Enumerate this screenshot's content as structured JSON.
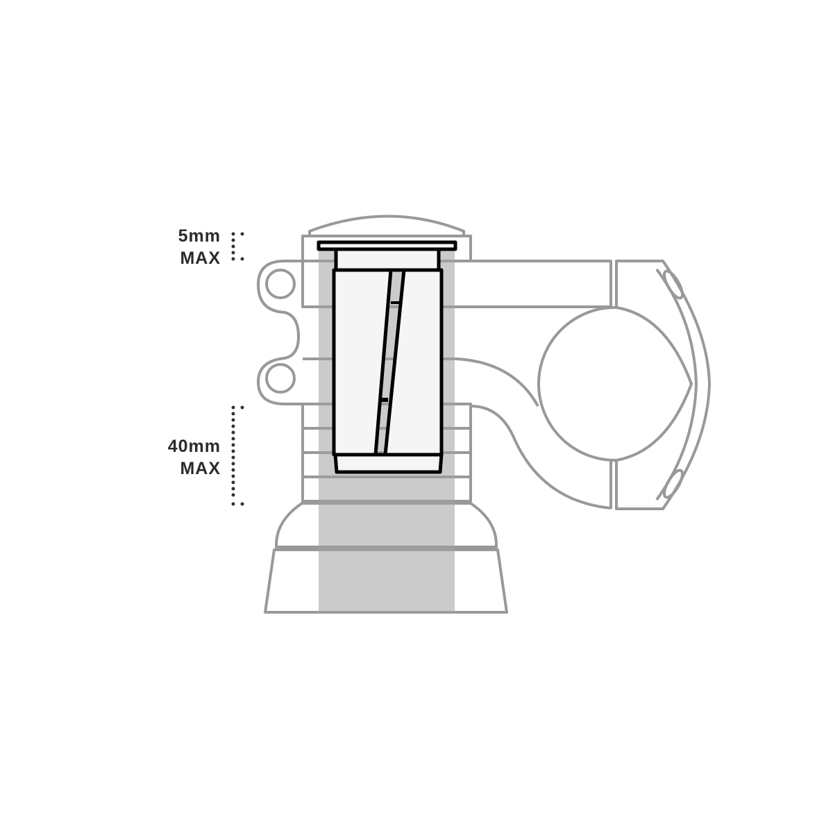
{
  "diagram": {
    "subject": "Bicycle stem with expanding steerer tube plug (compression plug) installed in fork steerer",
    "labels": {
      "top": {
        "value": "5mm",
        "unit_label": "MAX"
      },
      "bottom": {
        "value": "40mm",
        "unit_label": "MAX"
      }
    },
    "colors": {
      "outline": "#999999",
      "steerer_fill": "#c8c8c8",
      "plug_outline": "#000000",
      "plug_fill": "#f5f5f5",
      "text": "#2b2b2b",
      "background": "#ffffff"
    },
    "components": [
      "top-cap",
      "stem",
      "handlebar-clamp",
      "faceplate",
      "spacers",
      "headset-cup",
      "head-tube",
      "steerer-tube",
      "expansion-plug"
    ]
  }
}
